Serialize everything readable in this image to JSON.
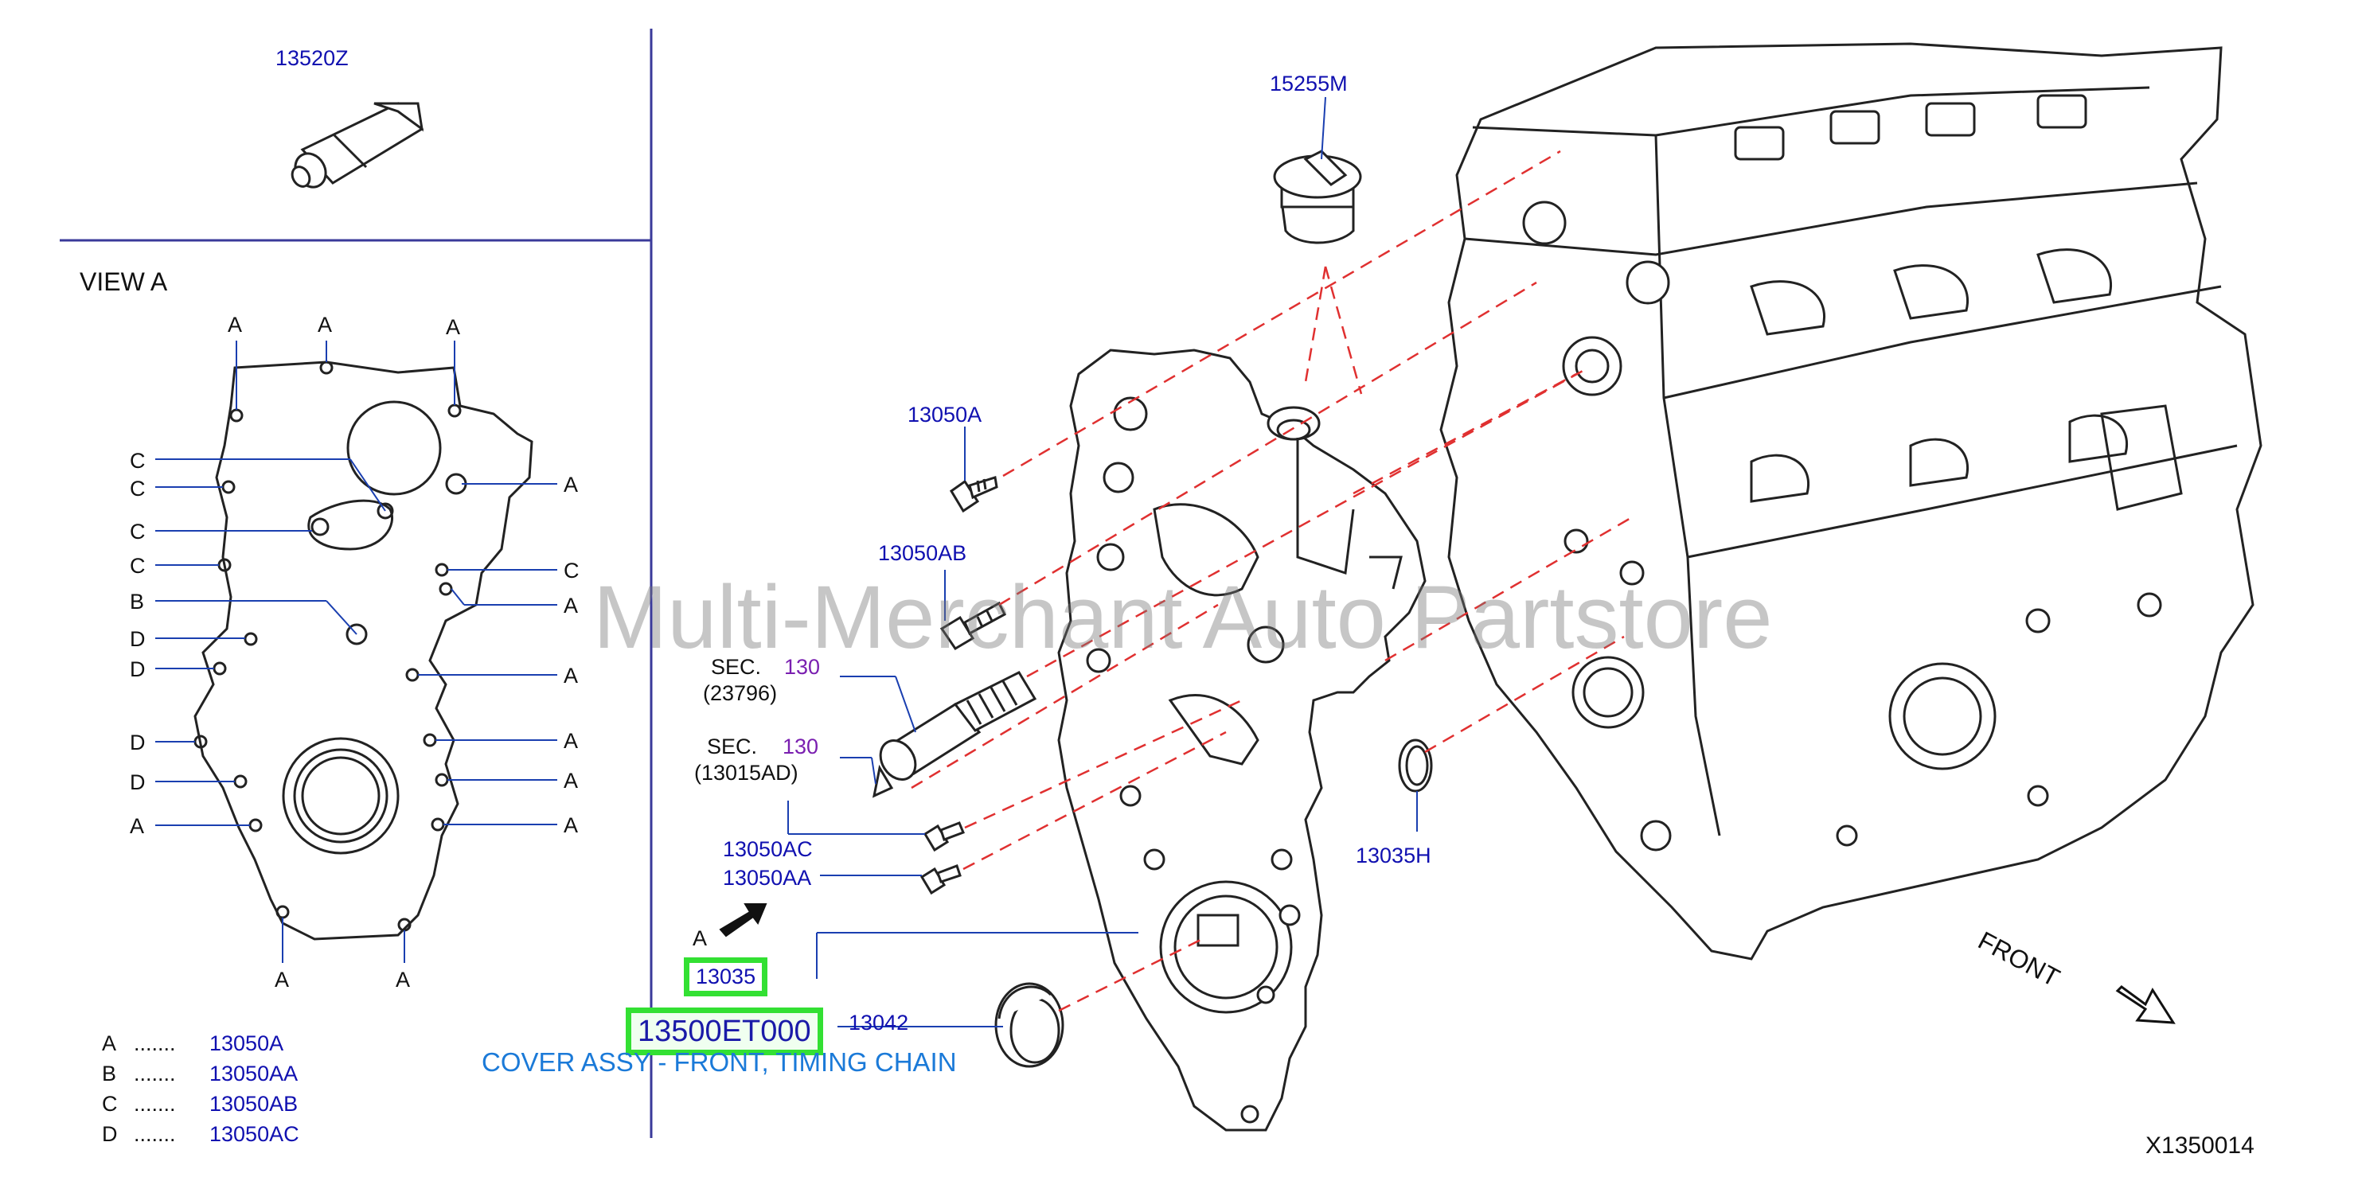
{
  "watermark": "Multi-Merchant Auto Partstore",
  "diagram_id": "X1350014",
  "highlighted_part": "13500ET000",
  "highlighted_part_description": "COVER ASSY - FRONT, TIMING CHAIN",
  "highlighted_callout": "13035",
  "view_label": "VIEW   A",
  "arrow_label": "A",
  "front_label": "FRONT",
  "callouts": {
    "sealant": "13520Z",
    "oil_cap": "15255M",
    "bolt_a": "13050A",
    "bolt_ab": "13050AB",
    "sec_1": "SEC.",
    "sec_1_num": "130",
    "sec_1_ref": "(23796)",
    "sec_2": "SEC.",
    "sec_2_num": "130",
    "sec_2_ref": "(13015AD)",
    "bolt_ac": "13050AC",
    "bolt_aa": "13050AA",
    "oring": "13035H",
    "seal": "13042"
  },
  "view_letters": {
    "top": [
      "A",
      "A",
      "A"
    ],
    "left": [
      "C",
      "C",
      "C",
      "C",
      "B",
      "D",
      "D",
      "D",
      "D",
      "A"
    ],
    "right": [
      "A",
      "C",
      "A",
      "A",
      "A",
      "A",
      "A"
    ],
    "bottom": [
      "A",
      "A"
    ]
  },
  "legend": [
    {
      "key": "A",
      "dots": ".......",
      "value": "13050A"
    },
    {
      "key": "B",
      "dots": ".......",
      "value": "13050AA"
    },
    {
      "key": "C",
      "dots": ".......",
      "value": "13050AB"
    },
    {
      "key": "D",
      "dots": ".......",
      "value": "13050AC"
    }
  ],
  "colors": {
    "callout_blue": "#1010b0",
    "description_blue": "#1b7ad8",
    "section_purple": "#7a1fb0",
    "highlight_green": "#33e033",
    "leader_red": "#e03030",
    "line_art": "#222222",
    "divider": "#3a3a9a"
  }
}
